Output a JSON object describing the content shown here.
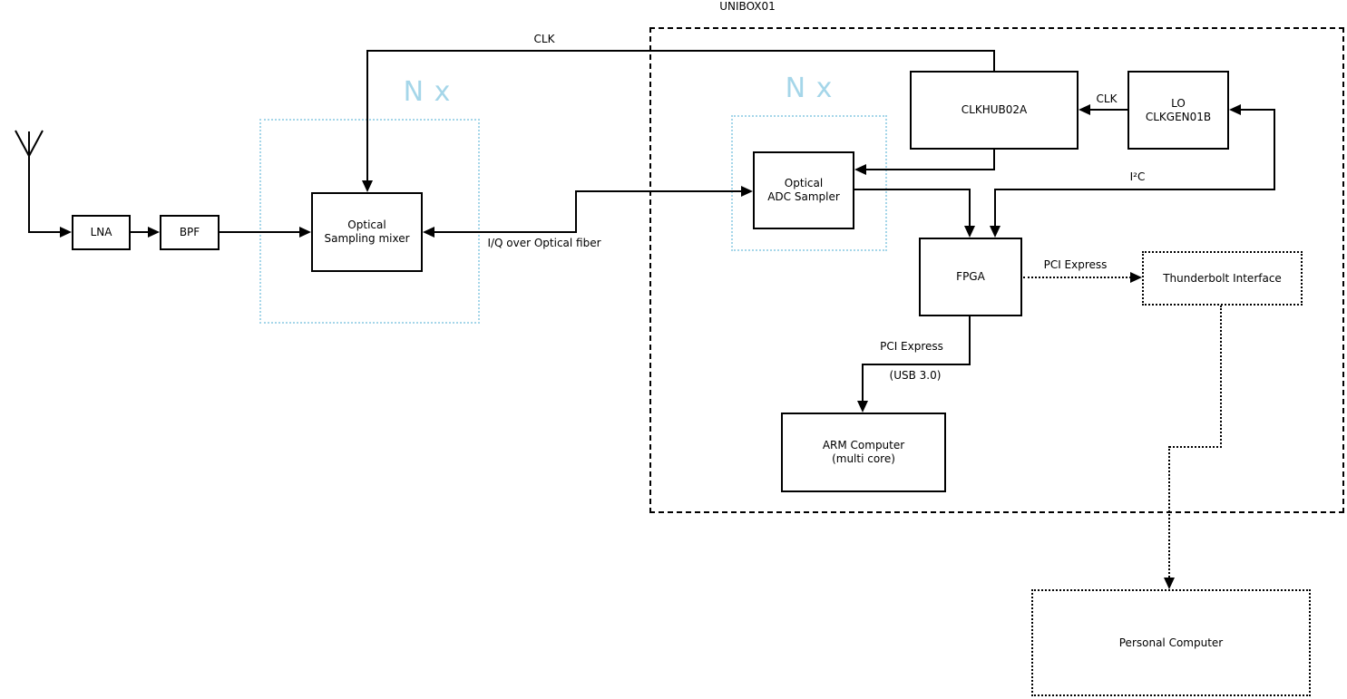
{
  "diagram": {
    "title": "UNIBOX01",
    "accent_color": "#a5d6e9",
    "line_color": "#000000",
    "icons": {
      "antenna": "antenna-icon"
    },
    "multipliers": {
      "mixer_group": "N x",
      "adc_group": "N x"
    },
    "nodes": {
      "lna": {
        "label": "LNA"
      },
      "bpf": {
        "label": "BPF"
      },
      "optical_sampling_mixer": {
        "lines": [
          "Optical",
          "Sampling mixer"
        ]
      },
      "optical_adc_sampler": {
        "lines": [
          "Optical",
          "ADC Sampler"
        ]
      },
      "clkhub": {
        "label": "CLKHUB02A"
      },
      "lo_clkgen": {
        "lines": [
          "LO",
          "CLKGEN01B"
        ]
      },
      "fpga": {
        "label": "FPGA"
      },
      "arm_computer": {
        "lines": [
          "ARM Computer",
          "(multi core)"
        ]
      },
      "thunderbolt": {
        "label": "Thunderbolt Interface"
      },
      "personal_computer": {
        "label": "Personal Computer"
      }
    },
    "edges": {
      "clk_top": "CLK",
      "clk_lo_to_hub": "CLK",
      "iq_fiber": "I/Q over Optical fiber",
      "i2c": "I²C",
      "pcie_to_thunderbolt": "PCI Express",
      "pcie_to_arm": "PCI Express",
      "usb": "(USB 3.0)"
    }
  }
}
